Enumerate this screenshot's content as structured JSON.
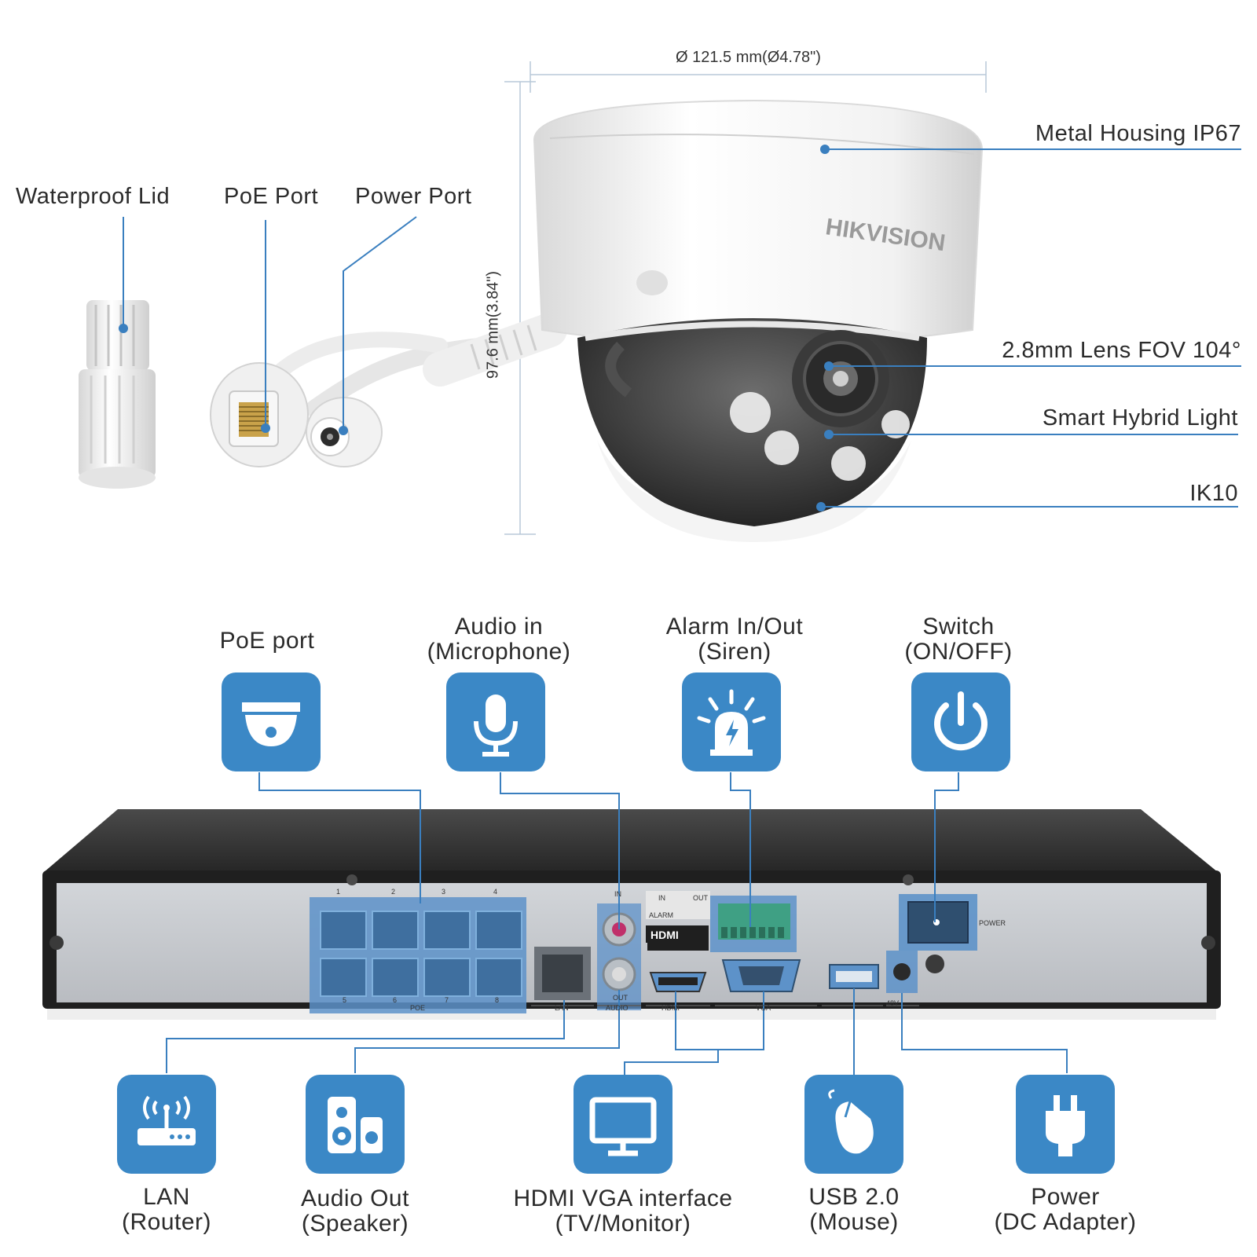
{
  "camera_diagram": {
    "width_label": "Ø 121.5 mm(Ø4.78\")",
    "height_label": "97.6 mm(3.84\")",
    "brand_text": "HIKVISION",
    "callouts_left": {
      "waterproof_lid": "Waterproof Lid",
      "poe_port": "PoE Port",
      "power_port": "Power Port"
    },
    "callouts_right": {
      "metal_housing": "Metal Housing IP67",
      "lens": "2.8mm Lens FOV 104°",
      "smart_light": "Smart Hybrid Light",
      "ik10": "IK10"
    }
  },
  "nvr_diagram": {
    "top_features": {
      "poe": {
        "line1": "PoE port",
        "line2": "",
        "icon": "dome-camera-icon"
      },
      "audio_in": {
        "line1": "Audio in",
        "line2": "(Microphone)",
        "icon": "microphone-icon"
      },
      "alarm": {
        "line1": "Alarm In/Out",
        "line2": "(Siren)",
        "icon": "siren-icon"
      },
      "switch": {
        "line1": "Switch",
        "line2": "(ON/OFF)",
        "icon": "power-icon"
      }
    },
    "bottom_features": {
      "lan": {
        "line1": "LAN",
        "line2": "(Router)",
        "icon": "router-icon"
      },
      "audio_out": {
        "line1": "Audio Out",
        "line2": "(Speaker)",
        "icon": "speaker-icon"
      },
      "display": {
        "line1": "HDMI VGA interface",
        "line2": "(TV/Monitor)",
        "icon": "monitor-icon"
      },
      "usb": {
        "line1": "USB 2.0",
        "line2": "(Mouse)",
        "icon": "mouse-icon"
      },
      "power": {
        "line1": "Power",
        "line2": "(DC Adapter)",
        "icon": "plug-icon"
      }
    },
    "panel_text": {
      "poe": "POE",
      "lan": "LAN",
      "audio": "AUDIO",
      "audio_in": "IN",
      "audio_out": "OUT",
      "hdmi": "HDMI",
      "vga": "VGA",
      "alarm": "ALARM",
      "alarm_in": "IN",
      "alarm_out": "OUT",
      "power": "POWER",
      "dc": "48V",
      "port_nums_top": [
        "1",
        "2",
        "3",
        "4"
      ],
      "port_nums_bottom": [
        "5",
        "6",
        "7",
        "8"
      ]
    },
    "accent_color": "#3b88c6",
    "line_color": "#3a7fbf"
  }
}
